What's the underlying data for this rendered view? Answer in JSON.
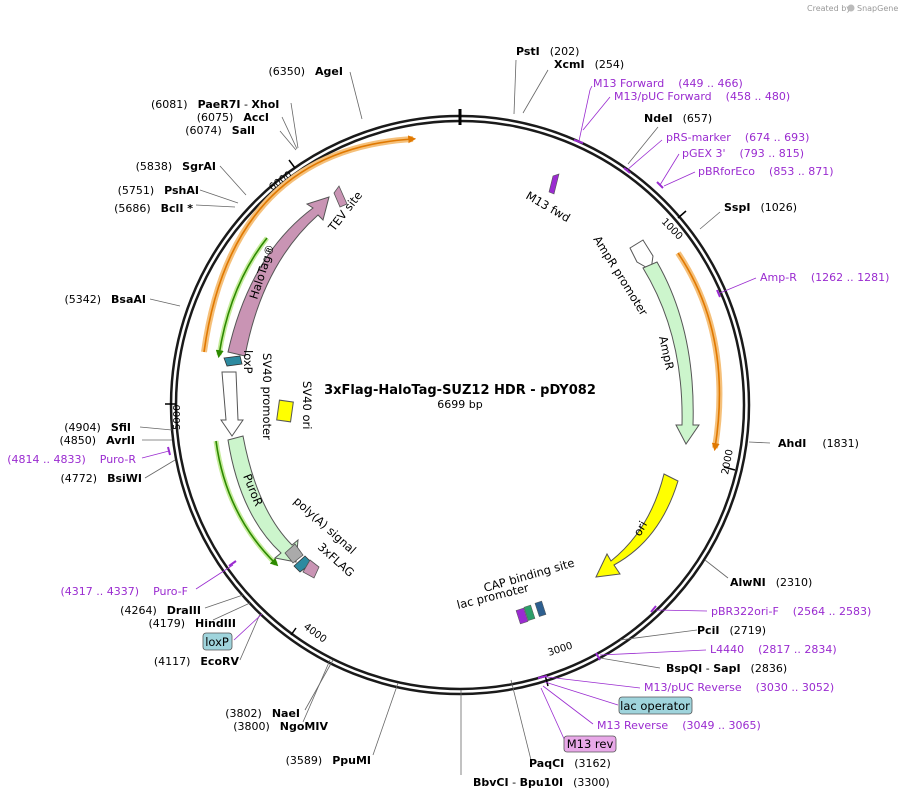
{
  "header": {
    "created_by": "Created by",
    "brand": "SnapGene"
  },
  "plasmid": {
    "name": "3xFlag-HaloTag-SUZ12 HDR - pDY082",
    "size_label": "6699 bp"
  },
  "ticks": [
    "1000",
    "2000",
    "3000",
    "4000",
    "5000",
    "6000"
  ],
  "sites": [
    {
      "name": "PstI",
      "num": "(202)"
    },
    {
      "name": "XcmI",
      "num": "(254)"
    },
    {
      "name": "NdeI",
      "num": "(657)"
    },
    {
      "name": "SspI",
      "num": "(1026)"
    },
    {
      "name": "AhdI",
      "num": "(1831)"
    },
    {
      "name": "AlwNI",
      "num": "(2310)"
    },
    {
      "name": "PciI",
      "num": "(2719)"
    },
    {
      "name": "BspQI",
      "sep": " - ",
      "name2": "SapI",
      "num": "(2836)"
    },
    {
      "name": "PaqCI",
      "num": "(3162)"
    },
    {
      "name": "BbvCI",
      "sep": " - ",
      "name2": "Bpu10I",
      "num": "(3300)"
    },
    {
      "name": "PpuMI",
      "num": "(3589)"
    },
    {
      "name": "NaeI",
      "num": "(3802)"
    },
    {
      "name": "NgoMIV",
      "num": "(3800)"
    },
    {
      "name": "EcoRV",
      "num": "(4117)"
    },
    {
      "name": "HindIII",
      "num": "(4179)"
    },
    {
      "name": "DraIII",
      "num": "(4264)"
    },
    {
      "name": "BsiWI",
      "num": "(4772)"
    },
    {
      "name": "AvrII",
      "num": "(4850)"
    },
    {
      "name": "SfiI",
      "num": "(4904)"
    },
    {
      "name": "BsaAI",
      "num": "(5342)"
    },
    {
      "name": "BclI *",
      "num": "(5686)"
    },
    {
      "name": "PshAI",
      "num": "(5751)"
    },
    {
      "name": "SgrAI",
      "num": "(5838)"
    },
    {
      "name": "SalI",
      "num": "(6074)"
    },
    {
      "name": "AccI",
      "num": "(6075)"
    },
    {
      "name": "PaeR7I",
      "sep": " - ",
      "name2": "XhoI",
      "num": "(6081)"
    },
    {
      "name": "AgeI",
      "num": "(6350)"
    }
  ],
  "primers": [
    {
      "name": "M13 Forward",
      "range": "(449 .. 466)"
    },
    {
      "name": "M13/pUC Forward",
      "range": "(458 .. 480)"
    },
    {
      "name": "pRS-marker",
      "range": "(674 .. 693)"
    },
    {
      "name": "pGEX 3'",
      "range": "(793 .. 815)"
    },
    {
      "name": "pBRforEco",
      "range": "(853 .. 871)"
    },
    {
      "name": "Amp-R",
      "range": "(1262 .. 1281)"
    },
    {
      "name": "pBR322ori-F",
      "range": "(2564 .. 2583)"
    },
    {
      "name": "L4440",
      "range": "(2817 .. 2834)"
    },
    {
      "name": "M13/pUC Reverse",
      "range": "(3030 .. 3052)"
    },
    {
      "name": "M13 Reverse",
      "range": "(3049 .. 3065)"
    },
    {
      "name": "Puro-F",
      "range": "(4317 .. 4337)"
    },
    {
      "name": "Puro-R",
      "range": "(4814 .. 4833)"
    }
  ],
  "boxed": {
    "lac_operator": "lac operator",
    "m13_rev": "M13 rev",
    "loxp": "loxP"
  },
  "features": {
    "m13_fwd": "M13 fwd",
    "ampr_promoter": "AmpR promoter",
    "ampr": "AmpR",
    "ori": "ori",
    "cap": "CAP binding site",
    "lac_promoter": "lac promoter",
    "halotag": "HaloTag®",
    "tev": "TEV site",
    "loxp_inner": "loxP",
    "sv40_promoter": "SV40 promoter",
    "sv40_ori": "SV40 ori",
    "puror": "PuroR",
    "polya": "poly(A) signal",
    "flag": "3xFLAG"
  },
  "colors": {
    "backbone": "#1a1a1a",
    "primer": "#9a2bd0",
    "ampr_fill": "#ccf5cc",
    "ori_fill": "#ffff00",
    "halotag_fill": "#c994b4",
    "orf_orange": "#f0a030",
    "orf_green": "#339900",
    "boxed_blue": "#9fd4dc",
    "boxed_pink": "#e8a8e8"
  }
}
